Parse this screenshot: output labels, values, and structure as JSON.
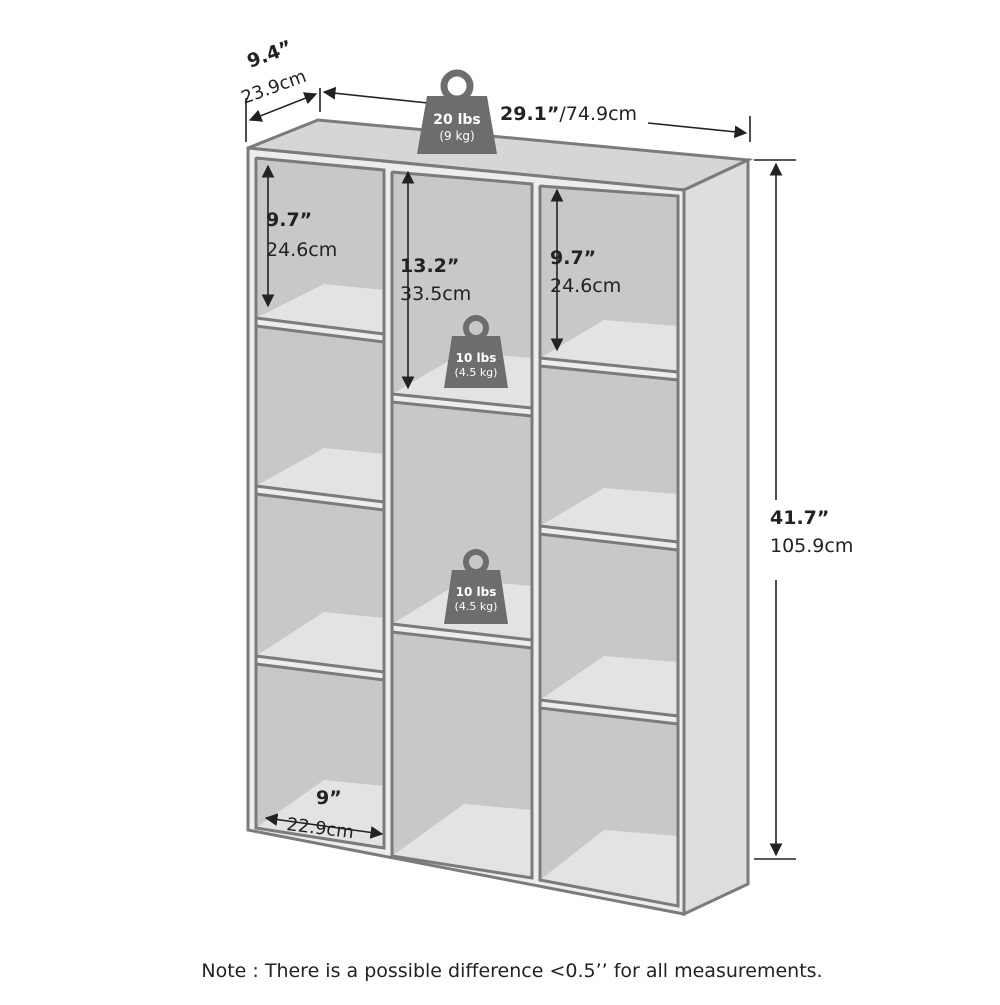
{
  "colors": {
    "outline": "#7b7b7b",
    "face": "#ededed",
    "back": "#c8c8c8",
    "shelf": "#e3e3e3",
    "side": "#dedede",
    "top": "#d6d6d6",
    "weight": "#6d6d6d",
    "text": "#222222"
  },
  "dimensions": {
    "depth": {
      "in": "9.4”",
      "cm": "23.9cm"
    },
    "width": {
      "in": "29.1”",
      "sep": "/",
      "cm": "74.9cm"
    },
    "height": {
      "in": "41.7”",
      "cm": "105.9cm"
    },
    "left_cube": {
      "in": "9.7”",
      "cm": "24.6cm"
    },
    "center_cube": {
      "in": "13.2”",
      "cm": "33.5cm"
    },
    "right_cube": {
      "in": "9.7”",
      "cm": "24.6cm"
    },
    "cube_width": {
      "in": "9”",
      "cm": "22.9cm"
    }
  },
  "weights": {
    "top": {
      "lbs": "20 lbs",
      "kg": "(9 kg)",
      "icon": "weight-icon"
    },
    "shelf_upper": {
      "lbs": "10 lbs",
      "kg": "(4.5 kg)",
      "icon": "weight-icon"
    },
    "shelf_lower": {
      "lbs": "10 lbs",
      "kg": "(4.5 kg)",
      "icon": "weight-icon"
    }
  },
  "note": "Note : There is a possible difference <0.5’’ for all measurements."
}
